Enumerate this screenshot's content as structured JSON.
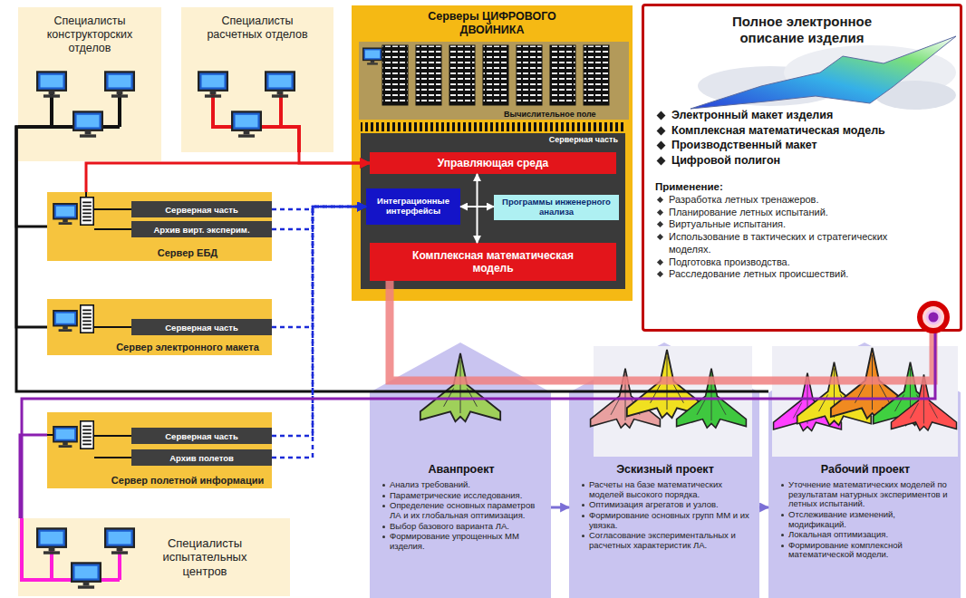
{
  "diagram": {
    "nodes": [
      {
        "text": [
          "Специалисты конструкторских отделов"
        ]
      },
      {
        "text": [
          "Специалисты расчетных отделов"
        ]
      },
      {
        "text": [
          "Серверы ЦИФРОВОГО ДВОЙНИКА"
        ]
      },
      {
        "text": [
          "Серверная часть"
        ],
        "in": 2
      },
      {
        "text": [
          "Управляющая среда"
        ],
        "in": 3
      },
      {
        "text": [
          "Интеграционные интерфейсы"
        ],
        "in": 3
      },
      {
        "text": [
          "Программы инженерного анализа"
        ],
        "in": 3
      },
      {
        "text": [
          "Комплексная математическая модель"
        ],
        "in": 3
      },
      {
        "text": [
          "Полное электронное описание изделия",
          "Электронный макет изделия",
          "Комплексная математическая модель",
          "Производственный макет",
          "Цифровой полигон",
          "Применение:",
          "Разработка летных тренажеров.",
          "Планирование летных испытаний.",
          "Виртуальные испытания.",
          "Использование в тактических и стратегических моделях.",
          "Подготовка производства.",
          "Расследование летных происшествий."
        ]
      },
      {
        "text": [
          "Сервер ЕБД"
        ]
      },
      {
        "text": [
          "Серверная часть"
        ],
        "in": 9
      },
      {
        "text": [
          "Архив вирт. эксперим."
        ],
        "in": 9
      },
      {
        "text": [
          "Сервер электронного макета"
        ]
      },
      {
        "text": [
          "Серверная часть"
        ],
        "in": 12
      },
      {
        "text": [
          "Сервер полетной информации"
        ]
      },
      {
        "text": [
          "Серверная часть"
        ],
        "in": 14
      },
      {
        "text": [
          "Архив полетов"
        ],
        "in": 14
      },
      {
        "text": [
          "Специалисты испытательных центров"
        ]
      },
      {
        "text": [
          "Аванпроект",
          "Анализ требований.",
          "Параметрические исследования.",
          "Определение основных параметров ЛА и их глобальная оптимизация.",
          "Выбор базового варианта ЛА.",
          "Формирование упрощенных ММ изделия."
        ]
      },
      {
        "text": [
          "Эскизный проект",
          "Расчеты на базе математических моделей высокого порядка.",
          "Оптимизация агрегатов и узлов.",
          "Формирование основных групп ММ и их увязка.",
          "Согласование экспериментальных и расчетных характеристик ЛА."
        ]
      },
      {
        "text": [
          "Рабочий проект",
          "Уточнение математических моделей по результатам натурных экспериментов и летных испытаний.",
          "Отслеживание изменений, модификаций.",
          "Локальная оптимизация.",
          "Формирование комплексной математической модели."
        ]
      }
    ],
    "edges": [
      {
        "from": 0,
        "to": 9,
        "arrow": "none"
      },
      {
        "from": 0,
        "to": 12,
        "arrow": "none"
      },
      {
        "from": 0,
        "to": 20,
        "arrow": "none"
      },
      {
        "from": 1,
        "to": 4,
        "arrow": "to"
      },
      {
        "from": 9,
        "to": 4,
        "arrow": "to"
      },
      {
        "from": 10,
        "to": 5,
        "arrow": "to"
      },
      {
        "from": 11,
        "to": 5,
        "arrow": "to"
      },
      {
        "from": 13,
        "to": 5,
        "arrow": "to"
      },
      {
        "from": 15,
        "to": 5,
        "arrow": "to"
      },
      {
        "from": 16,
        "to": 5,
        "arrow": "to"
      },
      {
        "from": 4,
        "to": 7,
        "arrow": "both"
      },
      {
        "from": 5,
        "to": 6,
        "arrow": "both"
      },
      {
        "from": 7,
        "to": 8,
        "arrow": "none"
      },
      {
        "from": 14,
        "to": 17,
        "arrow": "none"
      },
      {
        "from": 17,
        "to": 8,
        "arrow": "none"
      },
      {
        "from": 18,
        "to": 19,
        "arrow": "to"
      },
      {
        "from": 19,
        "to": 20,
        "arrow": "to"
      }
    ],
    "labels": [
      "Вычислительное поле"
    ]
  }
}
